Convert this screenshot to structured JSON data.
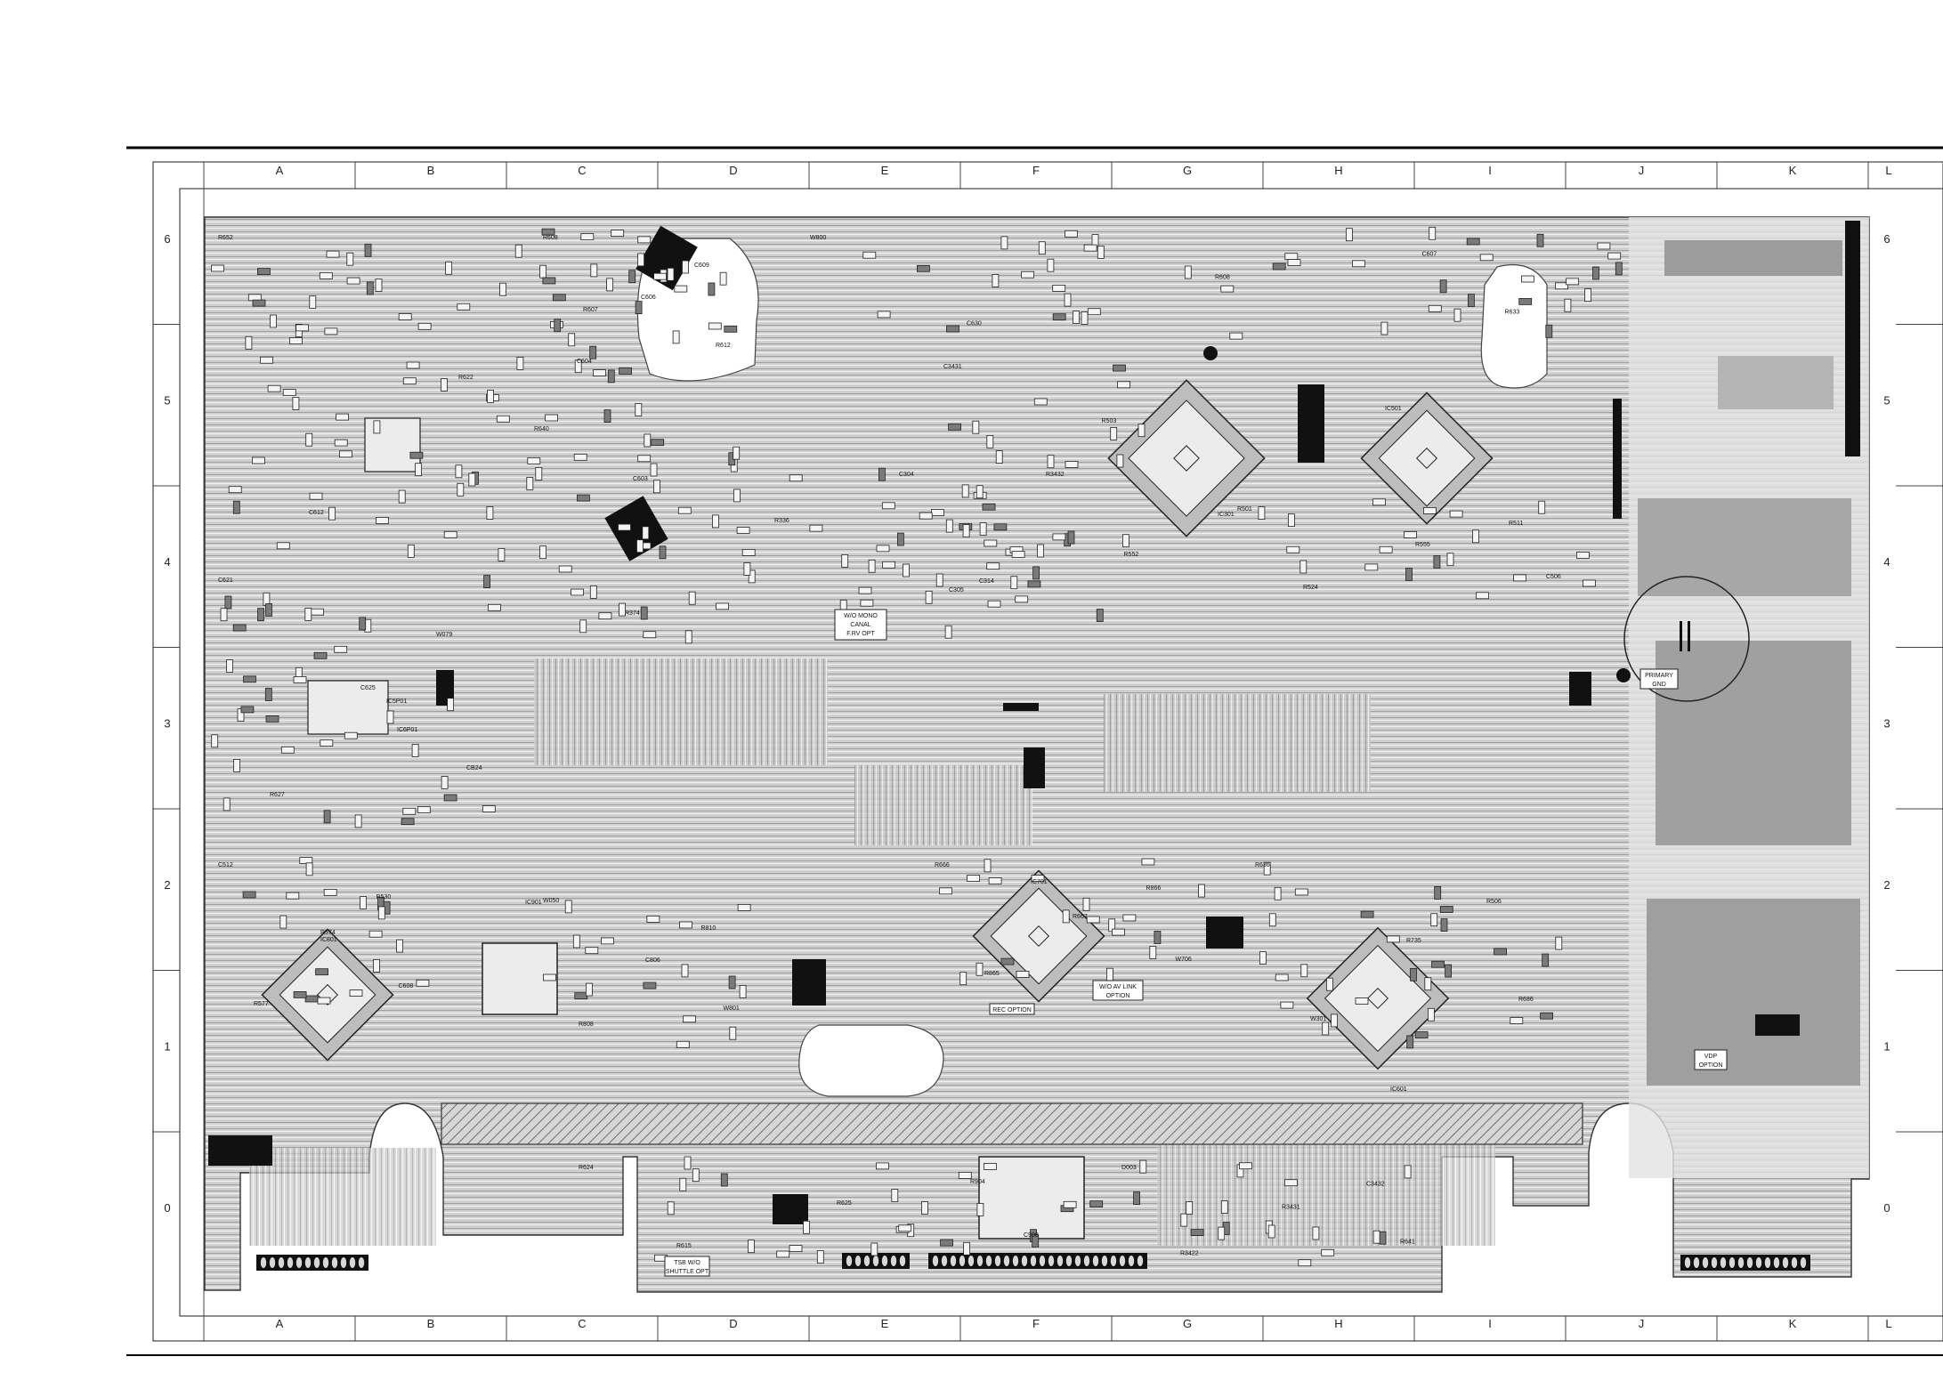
{
  "grid": {
    "columns": [
      "A",
      "B",
      "C",
      "D",
      "E",
      "F",
      "G",
      "H",
      "I",
      "J",
      "K",
      "L"
    ],
    "rows": [
      "6",
      "5",
      "4",
      "3",
      "2",
      "1",
      "0"
    ]
  },
  "labels": {
    "primary_gnd": [
      "PRIMARY",
      "GND"
    ],
    "mono_option": [
      "W/O MONO",
      "CANAL",
      "F.RV OPT"
    ],
    "rec_option": "REC OPTION",
    "av_link_option": [
      "W/O AV LINK",
      "OPTION"
    ],
    "vdp_option": [
      "VDP",
      "OPTION"
    ],
    "shuttle_option": [
      "TSB W/O",
      "SHUTTLE OPT"
    ]
  },
  "ics": [
    "IC301",
    "IC501",
    "IC601",
    "IC701",
    "IC901",
    "IC801",
    "IC5P01",
    "IC6P01"
  ],
  "components": [
    {
      "ref": "R652"
    },
    {
      "ref": "R622"
    },
    {
      "ref": "C612"
    },
    {
      "ref": "R607"
    },
    {
      "ref": "C603"
    },
    {
      "ref": "R608"
    },
    {
      "ref": "C606"
    },
    {
      "ref": "C604"
    },
    {
      "ref": "C609"
    },
    {
      "ref": "R612"
    },
    {
      "ref": "W800"
    },
    {
      "ref": "R608"
    },
    {
      "ref": "C630"
    },
    {
      "ref": "C607"
    },
    {
      "ref": "R633"
    },
    {
      "ref": "C621"
    },
    {
      "ref": "C625"
    },
    {
      "ref": "R627"
    },
    {
      "ref": "W079"
    },
    {
      "ref": "CB24"
    },
    {
      "ref": "R640"
    },
    {
      "ref": "R336"
    },
    {
      "ref": "R374"
    },
    {
      "ref": "C304"
    },
    {
      "ref": "C305"
    },
    {
      "ref": "C3431"
    },
    {
      "ref": "R3432"
    },
    {
      "ref": "C314"
    },
    {
      "ref": "R503"
    },
    {
      "ref": "R552"
    },
    {
      "ref": "R501"
    },
    {
      "ref": "R555"
    },
    {
      "ref": "R524"
    },
    {
      "ref": "R511"
    },
    {
      "ref": "C506"
    },
    {
      "ref": "C512"
    },
    {
      "ref": "R574"
    },
    {
      "ref": "R577"
    },
    {
      "ref": "R530"
    },
    {
      "ref": "C608"
    },
    {
      "ref": "W050"
    },
    {
      "ref": "C806"
    },
    {
      "ref": "R808"
    },
    {
      "ref": "R810"
    },
    {
      "ref": "W801"
    },
    {
      "ref": "R666"
    },
    {
      "ref": "R667"
    },
    {
      "ref": "R865"
    },
    {
      "ref": "R866"
    },
    {
      "ref": "W706"
    },
    {
      "ref": "R636"
    },
    {
      "ref": "R735"
    },
    {
      "ref": "W301"
    },
    {
      "ref": "R506"
    },
    {
      "ref": "R686"
    },
    {
      "ref": "R624"
    },
    {
      "ref": "R625"
    },
    {
      "ref": "R615"
    },
    {
      "ref": "R904"
    },
    {
      "ref": "C908"
    },
    {
      "ref": "D003"
    },
    {
      "ref": "R3431"
    },
    {
      "ref": "R3422"
    },
    {
      "ref": "C3432"
    },
    {
      "ref": "R641"
    }
  ]
}
